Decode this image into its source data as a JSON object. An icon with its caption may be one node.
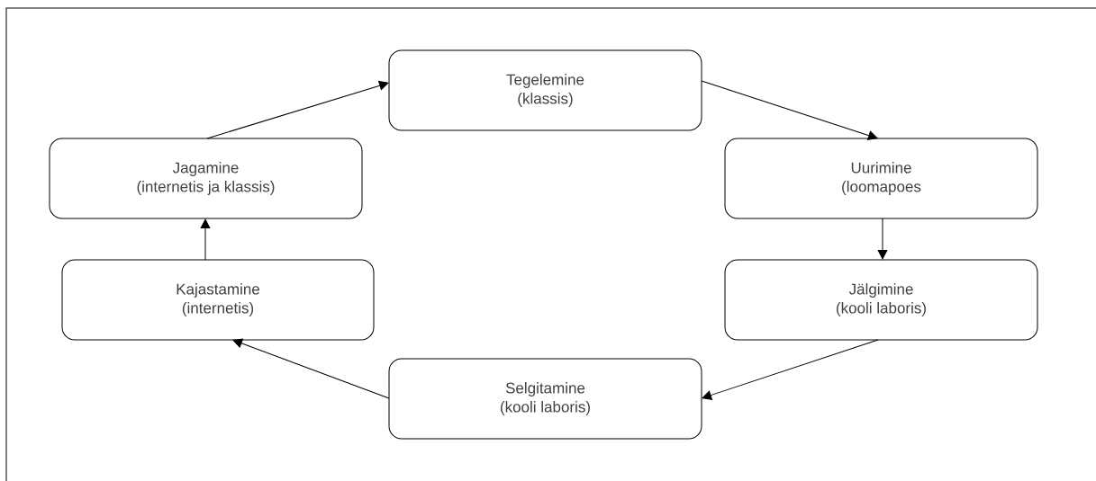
{
  "diagram": {
    "nodes": [
      {
        "text": [
          "Tegelemine",
          "(klassis)"
        ]
      },
      {
        "text": [
          "Uurimine",
          "(loomapoes"
        ]
      },
      {
        "text": [
          "Jälgimine",
          "(kooli laboris)"
        ]
      },
      {
        "text": [
          "Selgitamine",
          "(kooli laboris)"
        ]
      },
      {
        "text": [
          "Kajastamine",
          "(internetis)"
        ]
      },
      {
        "text": [
          "Jagamine",
          "(internetis ja klassis)"
        ]
      }
    ],
    "edges": [
      {
        "from": 0,
        "to": 1,
        "arrow": "to"
      },
      {
        "from": 1,
        "to": 2,
        "arrow": "to"
      },
      {
        "from": 2,
        "to": 3,
        "arrow": "to"
      },
      {
        "from": 3,
        "to": 4,
        "arrow": "to"
      },
      {
        "from": 4,
        "to": 5,
        "arrow": "to"
      },
      {
        "from": 5,
        "to": 0,
        "arrow": "to"
      }
    ]
  }
}
